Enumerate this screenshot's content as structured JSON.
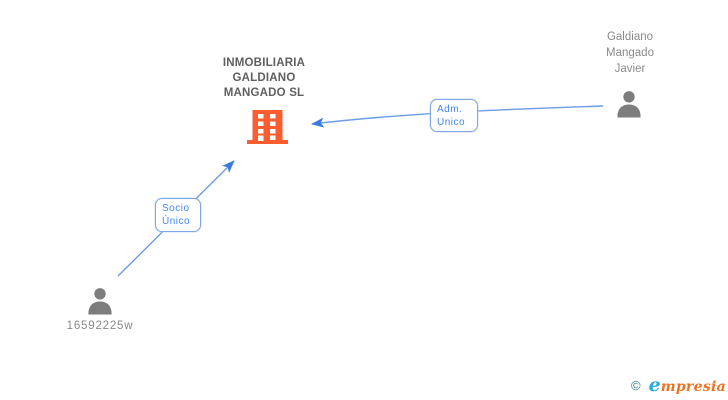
{
  "company": {
    "name_line1": "INMOBILIARIA",
    "name_line2": "GALDIANO",
    "name_line3": "MANGADO SL"
  },
  "person_top": {
    "name_line1": "Galdiano",
    "name_line2": "Mangado",
    "name_line3": "Javier"
  },
  "person_bottom": {
    "name": "16592225w"
  },
  "relations": {
    "adm": {
      "line1": "Adm.",
      "line2": "Unico",
      "from": "Galdiano Mangado Javier",
      "to": "INMOBILIARIA GALDIANO MANGADO SL"
    },
    "socio": {
      "line1": "Socio",
      "line2": "Único",
      "from": "16592225w",
      "to": "INMOBILIARIA GALDIANO MANGADO SL"
    }
  },
  "footer": {
    "copyright": "©",
    "brand_initial": "e",
    "brand_rest": "mpresia"
  },
  "colors": {
    "building": "#fb5d2e",
    "person": "#7d7d7d",
    "arrow_line": "#6c9be8",
    "arrow_head": "#3d7ae0",
    "label_text": "#4285f4",
    "label_border": "#7fa6e0",
    "title_text": "#5f5f5f",
    "name_text": "#8a8a8a",
    "logo_copyright": "#2e7f8f",
    "logo_e": "#29abe2",
    "logo_rest": "#ee7220"
  }
}
